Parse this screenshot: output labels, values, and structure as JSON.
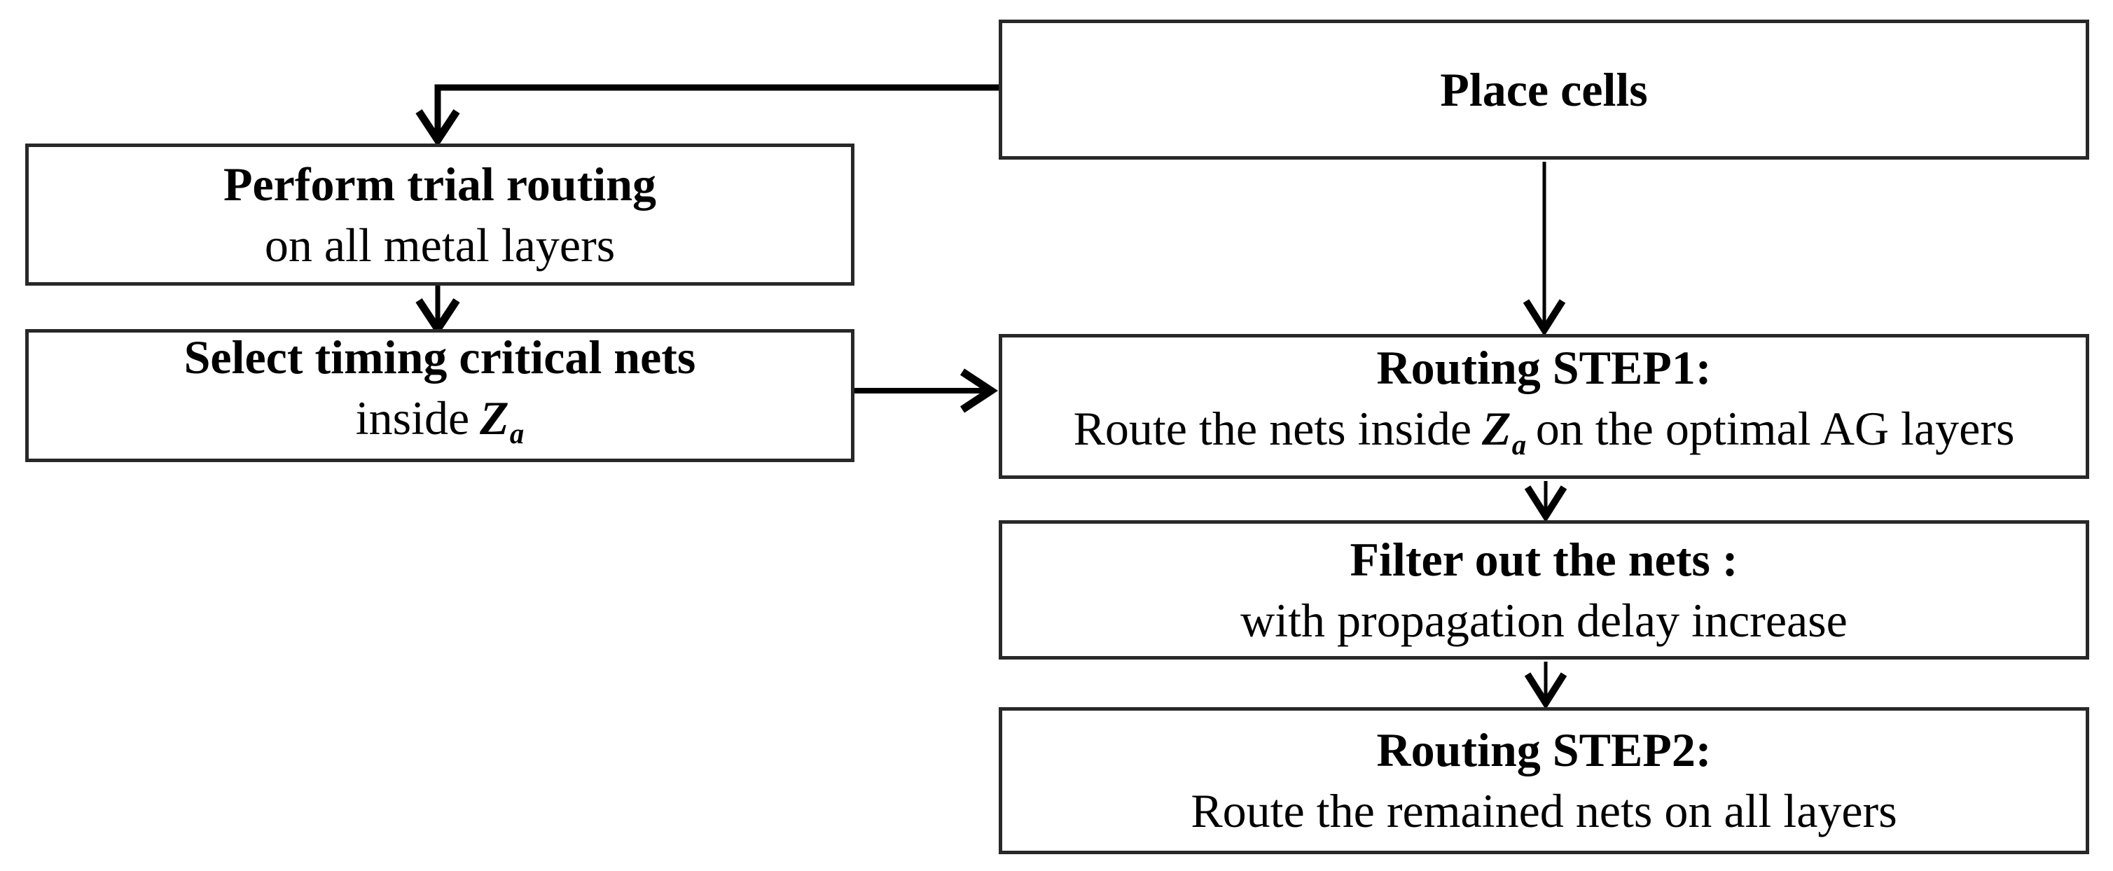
{
  "colors": {
    "background": "#ffffff",
    "line": "#000000",
    "box_border": "#282828",
    "text": "#000000"
  },
  "nodes": {
    "place_cells": {
      "line1": "Place cells"
    },
    "trial_routing": {
      "line1": "Perform trial routing",
      "line2": "on all metal layers"
    },
    "select_nets": {
      "line1": "Select timing critical nets",
      "line2_prefix": "inside",
      "symbol": "Z",
      "symbol_sub": "a"
    },
    "step1": {
      "line1": "Routing STEP1:",
      "line2_prefix": "Route the nets inside",
      "symbol": "Z",
      "symbol_sub": "a",
      "line2_suffix": "on the optimal AG layers"
    },
    "filter": {
      "line1": "Filter out the nets :",
      "line2": "with propagation delay increase"
    },
    "step2": {
      "line1": "Routing STEP2:",
      "line2": "Route the remained nets on all layers"
    }
  }
}
